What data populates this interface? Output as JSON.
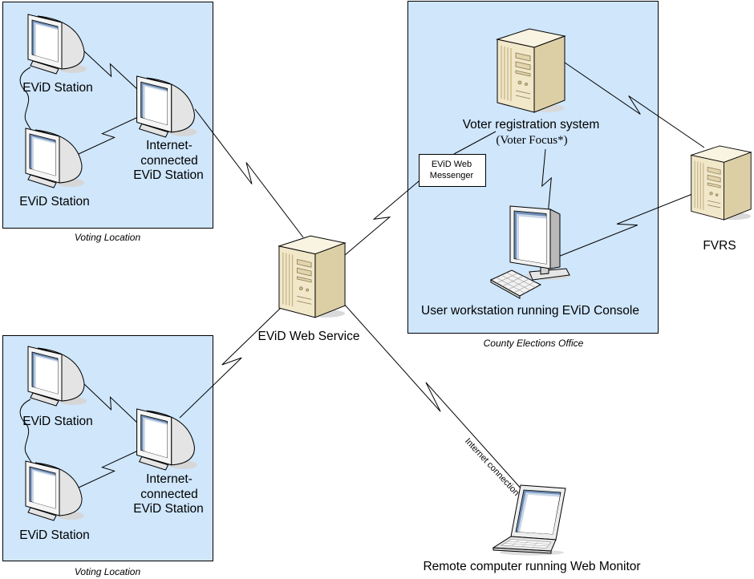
{
  "voting_locations": [
    {
      "caption": "Voting Location",
      "station_1_label": "EViD Station",
      "station_2_label": "EViD Station",
      "internet_station_label": [
        "Internet-",
        "connected",
        "EViD Station"
      ]
    },
    {
      "caption": "Voting Location",
      "station_1_label": "EViD Station",
      "station_2_label": "EViD Station",
      "internet_station_label": [
        "Internet-",
        "connected",
        "EViD Station"
      ]
    }
  ],
  "web_service": {
    "label": "EViD Web Service"
  },
  "county_elections_office": {
    "caption": "County Elections Office",
    "voter_registration_system": {
      "label": "Voter registration system",
      "product": "(Voter Focus*)"
    },
    "web_messenger_label": [
      "EViD Web",
      "Messenger"
    ],
    "workstation_label": "User workstation running EViD Console"
  },
  "fvrs": {
    "label": "FVRS"
  },
  "remote_computer": {
    "label": "Remote computer running Web Monitor",
    "connection_label": "Internet connection"
  },
  "icons": {
    "station": "crt-monitor-icon",
    "server": "server-tower-icon",
    "workstation": "desktop-workstation-icon",
    "laptop": "laptop-icon"
  },
  "colors": {
    "location_fill": "#cfe6fb",
    "messenger_fill": "#ffffff"
  }
}
